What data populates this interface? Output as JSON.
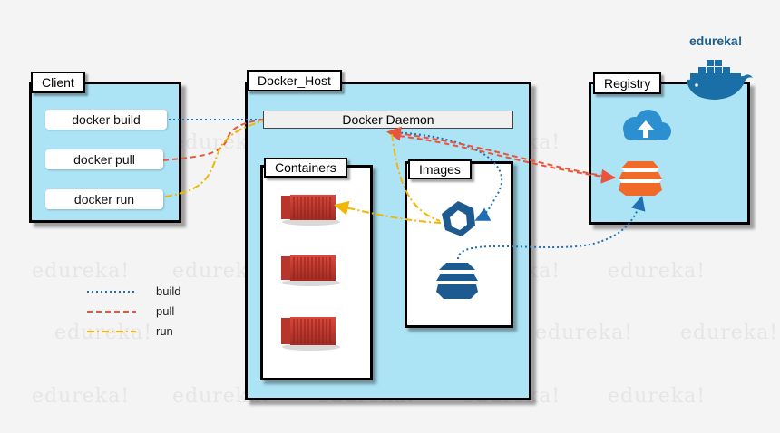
{
  "watermark": "edureka!",
  "brand": "edureka!",
  "client": {
    "title": "Client",
    "commands": [
      "docker build",
      "docker pull",
      "docker run"
    ]
  },
  "host": {
    "title": "Docker_Host",
    "daemon": "Docker Daemon",
    "containers_title": "Containers",
    "images_title": "Images"
  },
  "registry": {
    "title": "Registry"
  },
  "legend": {
    "build": "build",
    "pull": "pull",
    "run": "run"
  },
  "colors": {
    "build": "#1f6fb5",
    "pull": "#e8553c",
    "run": "#f2b705",
    "panel": "#ace3f5",
    "image_icon": "#1d5a8f",
    "registry_icon": "#f06a2a",
    "container": "#c8392e"
  }
}
